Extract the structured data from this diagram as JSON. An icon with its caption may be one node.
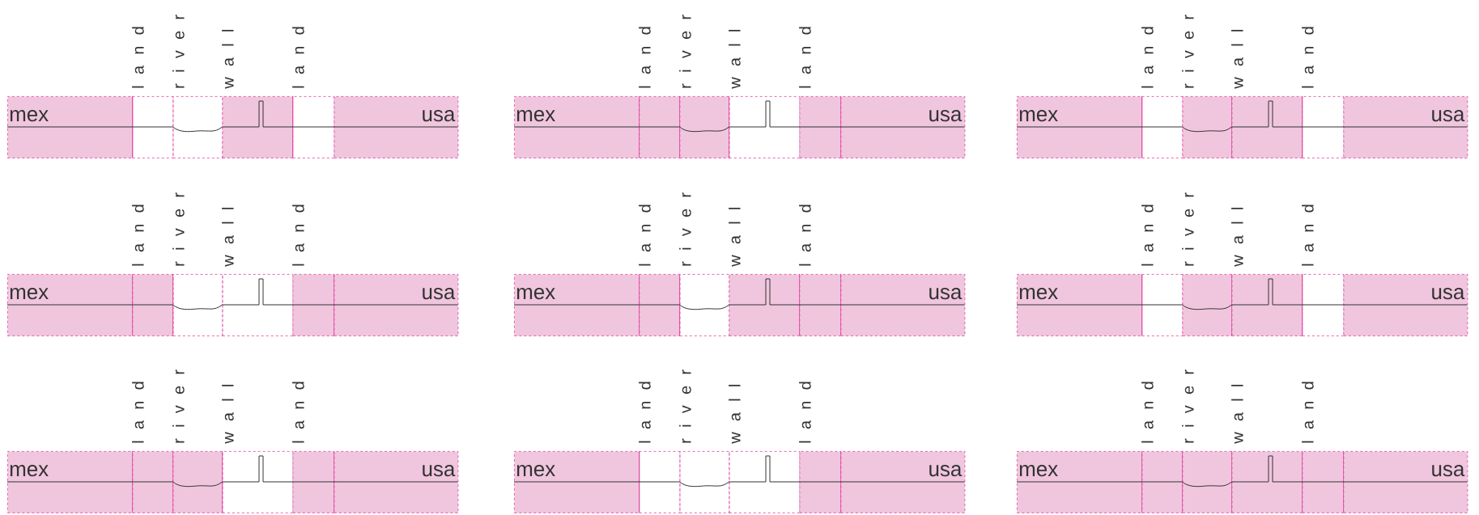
{
  "diagram": {
    "nodes": [
      {
        "text": [
          "mex"
        ]
      },
      {
        "text": [
          "l a n d"
        ]
      },
      {
        "text": [
          "r i v e r"
        ]
      },
      {
        "text": [
          "w a l l"
        ]
      },
      {
        "text": [
          "l a n d"
        ]
      },
      {
        "text": [
          "usa"
        ]
      },
      {
        "text": [
          "mex"
        ]
      },
      {
        "text": [
          "l a n d"
        ]
      },
      {
        "text": [
          "r i v e r"
        ]
      },
      {
        "text": [
          "w a l l"
        ]
      },
      {
        "text": [
          "l a n d"
        ]
      },
      {
        "text": [
          "usa"
        ]
      },
      {
        "text": [
          "mex"
        ]
      },
      {
        "text": [
          "l a n d"
        ]
      },
      {
        "text": [
          "r i v e r"
        ]
      },
      {
        "text": [
          "w a l l"
        ]
      },
      {
        "text": [
          "l a n d"
        ]
      },
      {
        "text": [
          "usa"
        ]
      },
      {
        "text": [
          "mex"
        ]
      },
      {
        "text": [
          "l a n d"
        ]
      },
      {
        "text": [
          "r i v e r"
        ]
      },
      {
        "text": [
          "w a l l"
        ]
      },
      {
        "text": [
          "l a n d"
        ]
      },
      {
        "text": [
          "usa"
        ]
      },
      {
        "text": [
          "mex"
        ]
      },
      {
        "text": [
          "l a n d"
        ]
      },
      {
        "text": [
          "r i v e r"
        ]
      },
      {
        "text": [
          "w a l l"
        ]
      },
      {
        "text": [
          "l a n d"
        ]
      },
      {
        "text": [
          "usa"
        ]
      },
      {
        "text": [
          "mex"
        ]
      },
      {
        "text": [
          "l a n d"
        ]
      },
      {
        "text": [
          "r i v e r"
        ]
      },
      {
        "text": [
          "w a l l"
        ]
      },
      {
        "text": [
          "l a n d"
        ]
      },
      {
        "text": [
          "usa"
        ]
      },
      {
        "text": [
          "mex"
        ]
      },
      {
        "text": [
          "l a n d"
        ]
      },
      {
        "text": [
          "r i v e r"
        ]
      },
      {
        "text": [
          "w a l l"
        ]
      },
      {
        "text": [
          "l a n d"
        ]
      },
      {
        "text": [
          "usa"
        ]
      },
      {
        "text": [
          "mex"
        ]
      },
      {
        "text": [
          "l a n d"
        ]
      },
      {
        "text": [
          "r i v e r"
        ]
      },
      {
        "text": [
          "w a l l"
        ]
      },
      {
        "text": [
          "l a n d"
        ]
      },
      {
        "text": [
          "usa"
        ]
      },
      {
        "text": [
          "mex"
        ]
      },
      {
        "text": [
          "l a n d"
        ]
      },
      {
        "text": [
          "r i v e r"
        ]
      },
      {
        "text": [
          "w a l l"
        ]
      },
      {
        "text": [
          "l a n d"
        ]
      },
      {
        "text": [
          "usa"
        ]
      }
    ]
  }
}
